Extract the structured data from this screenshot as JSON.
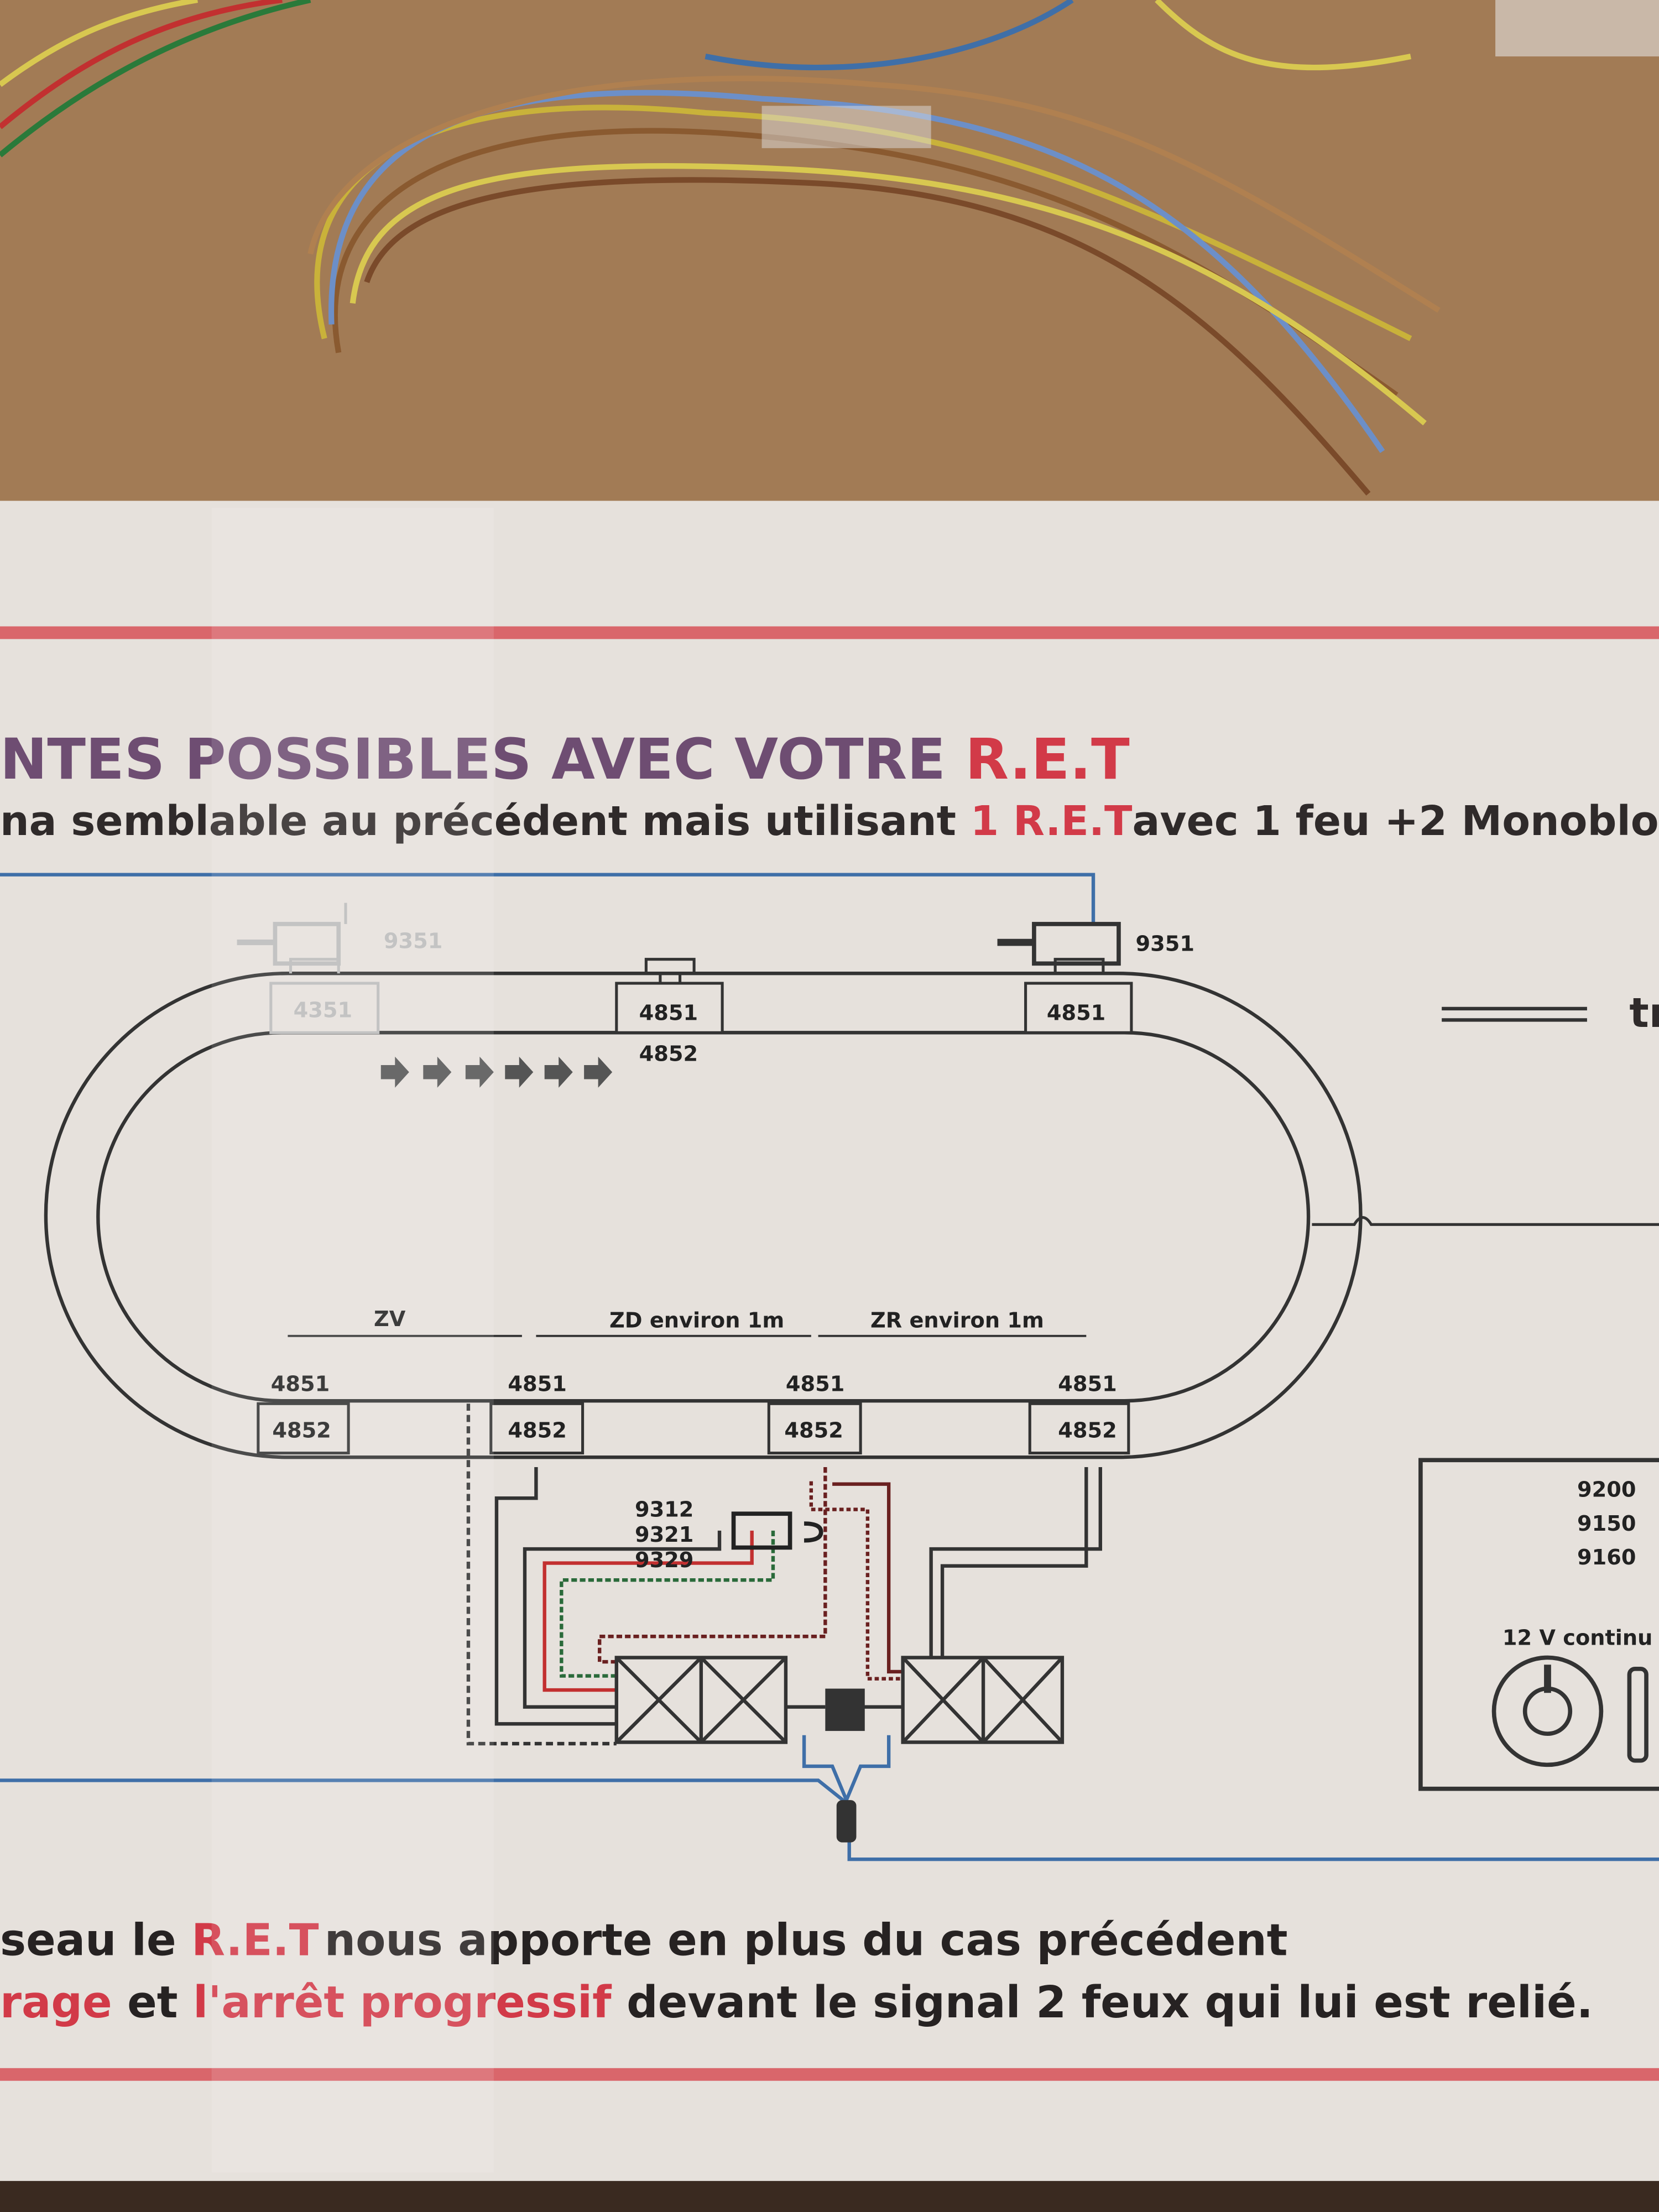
{
  "heading": {
    "text": "NTES POSSIBLES AVEC VOTRE ",
    "highlight": "R.E.T"
  },
  "subheading": {
    "part1": "na semblable au précédent mais utilisant ",
    "highlight": "1 R.E.T",
    "part2": "avec 1 feu +2 Monoblo"
  },
  "top_track": {
    "signal_left": "9351",
    "signal_right": "9351",
    "box_left": "4351",
    "box_mid": "4851",
    "box_mid_below": "4852",
    "box_right": "4851"
  },
  "zones": {
    "zv": "ZV",
    "zd": "ZD  environ 1m",
    "zr": "ZR  environ 1m"
  },
  "bottom_track": {
    "above": [
      "4851",
      "4851",
      "4851",
      "4851"
    ],
    "boxes": [
      "4852",
      "4852",
      "4852",
      "4852"
    ]
  },
  "signal_codes": [
    "9312",
    "9321",
    "9329"
  ],
  "power_panel": {
    "codes": [
      "9200",
      "9150",
      "9160"
    ],
    "label": "12 V continu"
  },
  "right_edge_text": "tr",
  "footer": {
    "line1_part1": "seau le ",
    "line1_highlight": "R.E.T",
    "line1_part2": "nous apporte en plus du cas précédent",
    "line2_highlight1": "rage",
    "line2_part1": " et ",
    "line2_highlight2": "l'arrêt progressif",
    "line2_part2": " devant le signal 2 feux qui lui est relié."
  },
  "colors": {
    "paper": "#e6e1dc",
    "accent_red": "#d23a48",
    "title_purple": "#6e4d72",
    "wire_blue": "#3f6fa8",
    "wood": "#a27b55"
  }
}
